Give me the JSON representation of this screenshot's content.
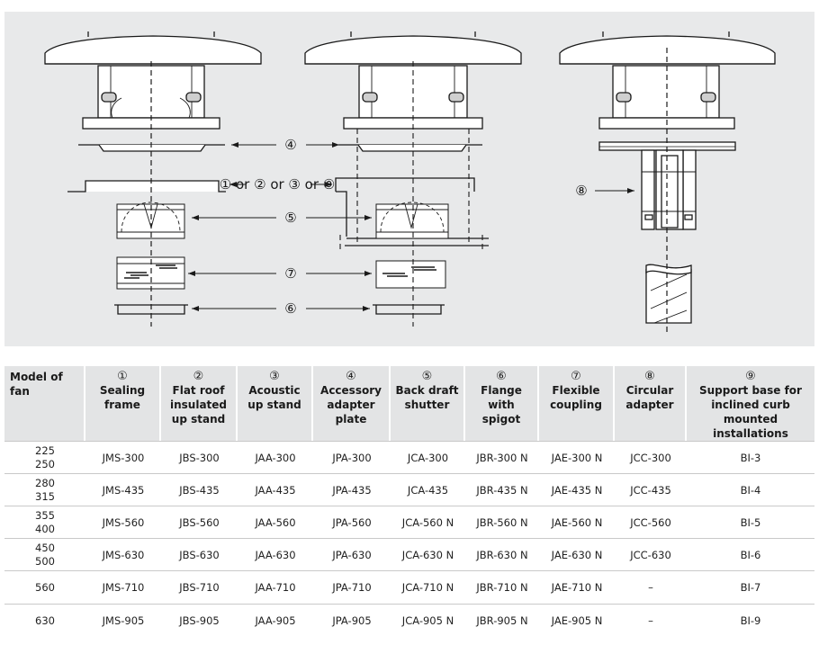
{
  "diagram": {
    "callouts": {
      "c4": "④",
      "or_row": "① or ② or ③ or ⑨",
      "c5": "⑤",
      "c7": "⑦",
      "c6": "⑥",
      "c8": "⑧"
    }
  },
  "table": {
    "headers": [
      {
        "num": "",
        "label": "Model of fan"
      },
      {
        "num": "①",
        "label": "Sealing frame"
      },
      {
        "num": "②",
        "label": "Flat roof insulated up stand"
      },
      {
        "num": "③",
        "label": "Acoustic up stand"
      },
      {
        "num": "④",
        "label": "Accessory adapter plate"
      },
      {
        "num": "⑤",
        "label": "Back draft shutter"
      },
      {
        "num": "⑥",
        "label": "Flange with spigot"
      },
      {
        "num": "⑦",
        "label": "Flexible coupling"
      },
      {
        "num": "⑧",
        "label": "Circular adapter"
      },
      {
        "num": "⑨",
        "label": "Support base for inclined curb mounted installations"
      }
    ],
    "rows": [
      {
        "model": [
          "225",
          "250"
        ],
        "cells": [
          "JMS-300",
          "JBS-300",
          "JAA-300",
          "JPA-300",
          "JCA-300",
          "JBR-300 N",
          "JAE-300 N",
          "JCC-300",
          "BI-3"
        ]
      },
      {
        "model": [
          "280",
          "315"
        ],
        "cells": [
          "JMS-435",
          "JBS-435",
          "JAA-435",
          "JPA-435",
          "JCA-435",
          "JBR-435 N",
          "JAE-435 N",
          "JCC-435",
          "BI-4"
        ]
      },
      {
        "model": [
          "355",
          "400"
        ],
        "cells": [
          "JMS-560",
          "JBS-560",
          "JAA-560",
          "JPA-560",
          "JCA-560 N",
          "JBR-560 N",
          "JAE-560 N",
          "JCC-560",
          "BI-5"
        ]
      },
      {
        "model": [
          "450",
          "500"
        ],
        "cells": [
          "JMS-630",
          "JBS-630",
          "JAA-630",
          "JPA-630",
          "JCA-630 N",
          "JBR-630 N",
          "JAE-630 N",
          "JCC-630",
          "BI-6"
        ]
      },
      {
        "model": [
          "560"
        ],
        "cells": [
          "JMS-710",
          "JBS-710",
          "JAA-710",
          "JPA-710",
          "JCA-710 N",
          "JBR-710 N",
          "JAE-710 N",
          "–",
          "BI-7"
        ]
      },
      {
        "model": [
          "630"
        ],
        "cells": [
          "JMS-905",
          "JBS-905",
          "JAA-905",
          "JPA-905",
          "JCA-905 N",
          "JBR-905 N",
          "JAE-905 N",
          "–",
          "BI-9"
        ]
      }
    ]
  }
}
